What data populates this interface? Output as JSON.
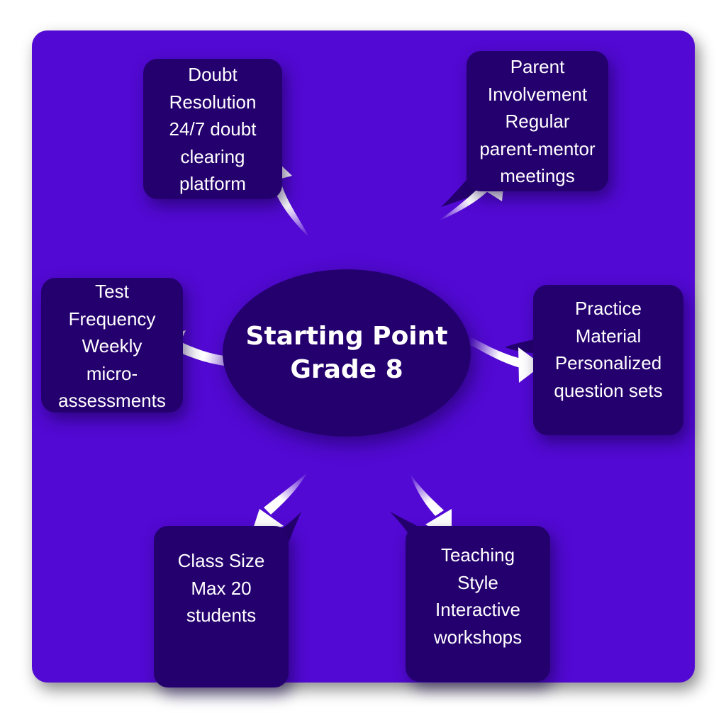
{
  "diagram": {
    "colors": {
      "background": "#5209d3",
      "node_fill": "#24006e",
      "text": "#ffffff",
      "arrow": "#ffffff"
    },
    "center": {
      "lines": [
        "Starting Point",
        "Grade 8"
      ]
    },
    "nodes": [
      {
        "id": "doubt-resolution",
        "lines": [
          "Doubt",
          "Resolution",
          "24/7 doubt",
          "clearing",
          "platform"
        ]
      },
      {
        "id": "parent-involvement",
        "lines": [
          "Parent",
          "Involvement",
          "Regular",
          "parent-mentor",
          "meetings"
        ]
      },
      {
        "id": "test-frequency",
        "lines": [
          "Test",
          "Frequency",
          "Weekly",
          "micro-",
          "assessments"
        ]
      },
      {
        "id": "practice-material",
        "lines": [
          "Practice",
          "Material",
          "Personalized",
          "question sets"
        ]
      },
      {
        "id": "class-size",
        "lines": [
          "Class Size",
          "Max 20",
          "students"
        ]
      },
      {
        "id": "teaching-style",
        "lines": [
          "Teaching",
          "Style",
          "Interactive",
          "workshops"
        ]
      }
    ],
    "edges": [
      {
        "from": "center",
        "to": "doubt-resolution"
      },
      {
        "from": "center",
        "to": "parent-involvement"
      },
      {
        "from": "center",
        "to": "test-frequency"
      },
      {
        "from": "center",
        "to": "practice-material"
      },
      {
        "from": "center",
        "to": "class-size"
      },
      {
        "from": "center",
        "to": "teaching-style"
      }
    ]
  }
}
